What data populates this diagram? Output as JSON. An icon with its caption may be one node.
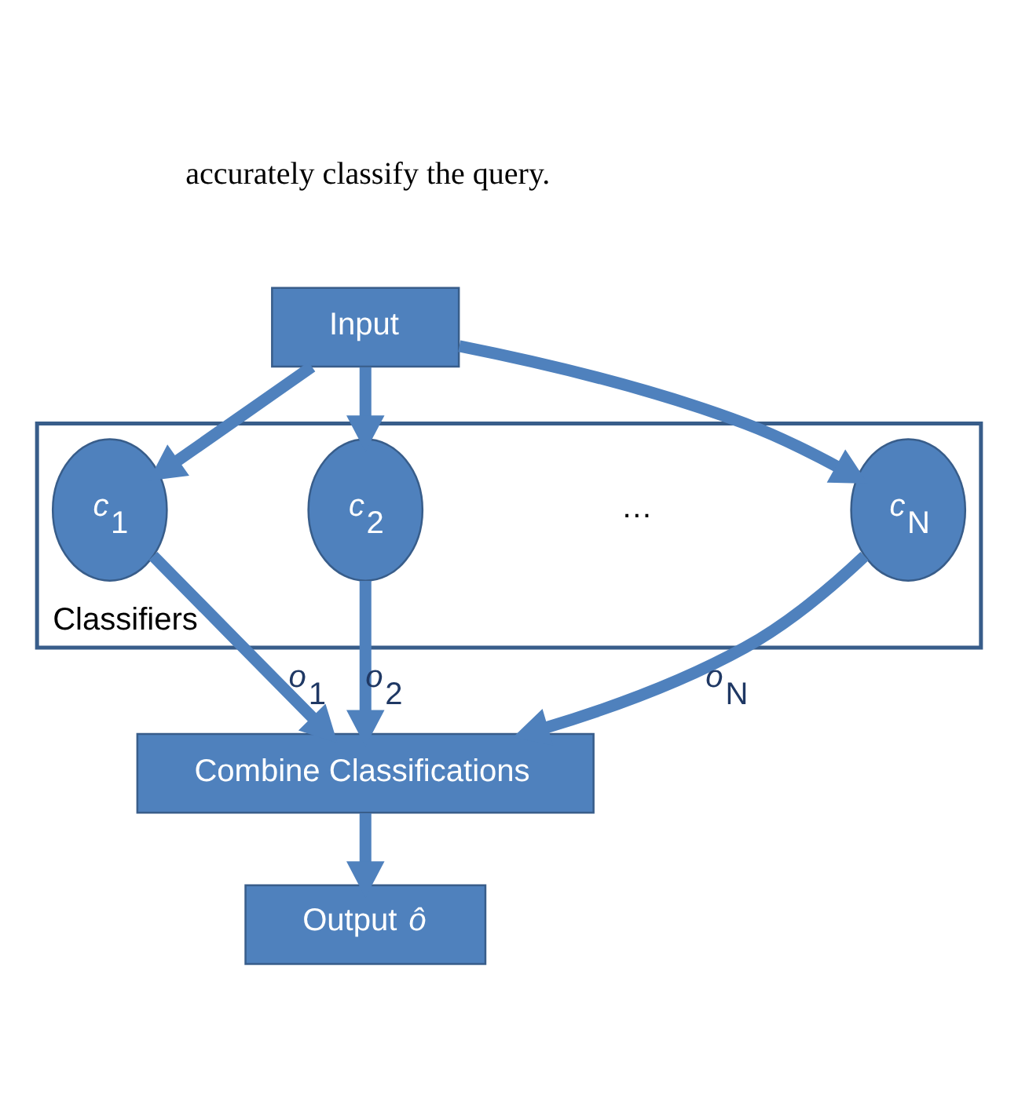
{
  "diagram": {
    "nodes": [
      {
        "text": [
          "Input"
        ]
      },
      {
        "text": [
          "Classifiers"
        ]
      },
      {
        "text": [
          "*c*$_{1}$"
        ],
        "in": 1
      },
      {
        "text": [
          "*c*$_{2}$"
        ],
        "in": 1
      },
      {
        "text": [
          "*c*$_{N}$"
        ],
        "in": 1
      },
      {
        "text": [
          "Combine Classifications"
        ]
      },
      {
        "text": [
          "Output *ô*"
        ]
      }
    ],
    "edges": [
      {
        "from": 0,
        "to": 2,
        "arrow": "to"
      },
      {
        "from": 0,
        "to": 3,
        "arrow": "to"
      },
      {
        "from": 0,
        "to": 4,
        "arrow": "to"
      },
      {
        "from": 2,
        "to": 5,
        "arrow": "to",
        "label": "*o*$_{1}$"
      },
      {
        "from": 3,
        "to": 5,
        "arrow": "to",
        "label": "*o*$_{2}$"
      },
      {
        "from": 4,
        "to": 5,
        "arrow": "to",
        "label": "*o*$_{N}$"
      },
      {
        "from": 5,
        "to": 6,
        "arrow": "to"
      }
    ],
    "labels": [
      "accurately classify the query.",
      "…"
    ]
  }
}
